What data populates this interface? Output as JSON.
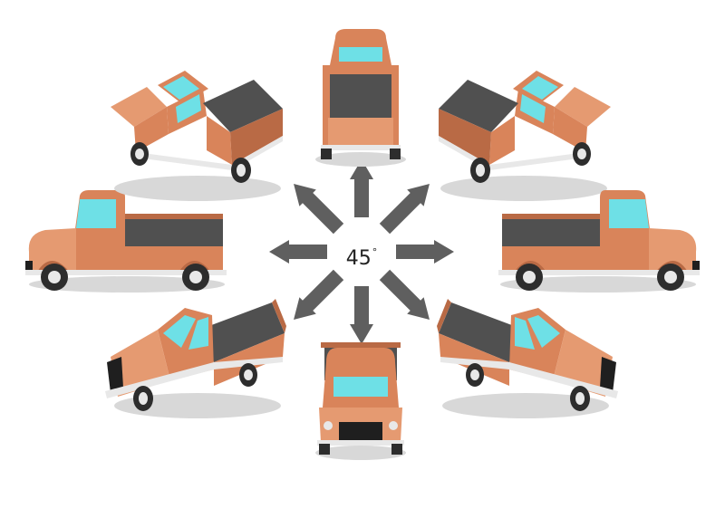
{
  "center_label": {
    "value": "45",
    "unit": "°"
  },
  "arrow_directions_deg": [
    0,
    45,
    90,
    135,
    180,
    225,
    270,
    315
  ],
  "truck_views": [
    "back",
    "rear-right",
    "right",
    "front-right",
    "front",
    "front-left",
    "left",
    "rear-left"
  ],
  "colors": {
    "body": "#d9845a",
    "body_light": "#e59a71",
    "body_dark": "#b96a45",
    "window": "#6ee0e6",
    "bed": "#505050",
    "tire": "#2d2d2d",
    "rim": "#e8e8e8",
    "grille": "#1f1f1f",
    "arrow": "#5f5f5f",
    "shadow": "#d8d8d8"
  }
}
